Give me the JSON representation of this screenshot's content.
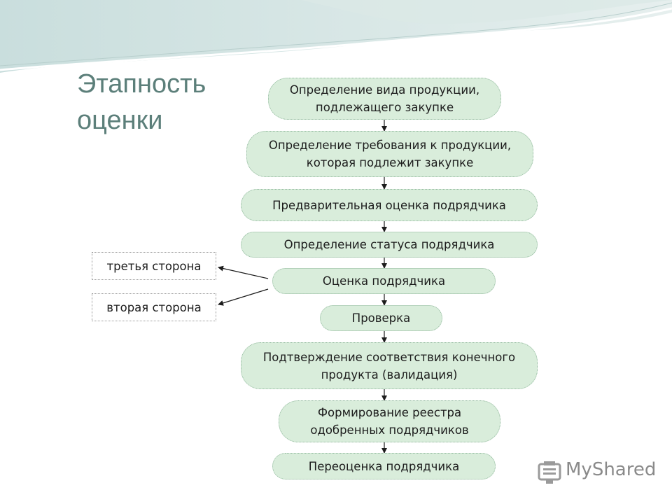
{
  "title": {
    "line1": "Этапность",
    "line2": "оценки"
  },
  "steps": [
    "Определение вида продукции, подлежащего закупке",
    "Определение требования к продукции, которая подлежит закупке",
    "Предварительная оценка подрядчика",
    "Определение статуса подрядчика",
    "Оценка подрядчика",
    "Проверка",
    "Подтверждение соответствия конечного продукта (валидация)",
    "Формирование реестра одобренных подрядчиков",
    "Переоценка подрядчика"
  ],
  "side_boxes": {
    "third_party": "третья сторона",
    "second_party": "вторая сторона"
  },
  "watermark": "MyShared",
  "colors": {
    "box_fill": "#d9eddb",
    "box_border": "#8fb79b",
    "title": "#5c7f7a"
  }
}
